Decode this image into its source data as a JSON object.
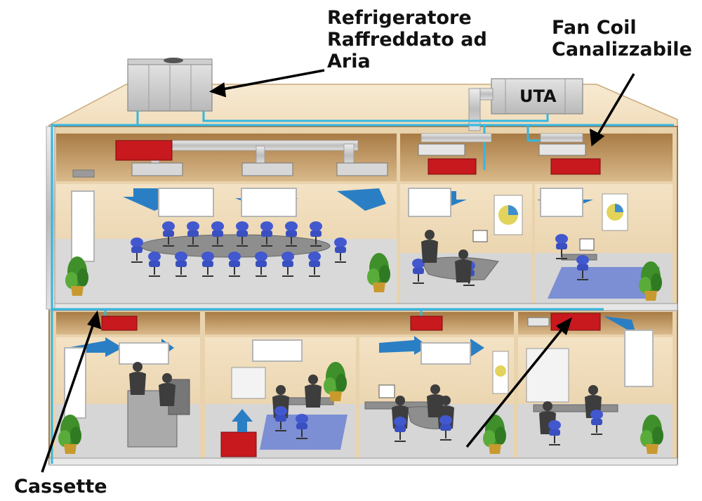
{
  "labels": {
    "refrigeratore": [
      "Refrigeratore",
      "Raffreddato ad",
      "Aria"
    ],
    "fan_coil": [
      "Fan Coil",
      "Canalizzabile"
    ],
    "cassette": "Cassette",
    "uta": "UTA"
  },
  "colors": {
    "roof": "#f3e3c6",
    "wall": "#e8cfa6",
    "plenum": "#b78d57",
    "floor": "#d8d8d8",
    "duct": "#c9c9c9",
    "pipe": "#35b7e0",
    "unit_red": "#c8191e",
    "airflow": "#2a7fc4",
    "plant": "#3f8f2a",
    "furniture": "#4a5fd0"
  }
}
